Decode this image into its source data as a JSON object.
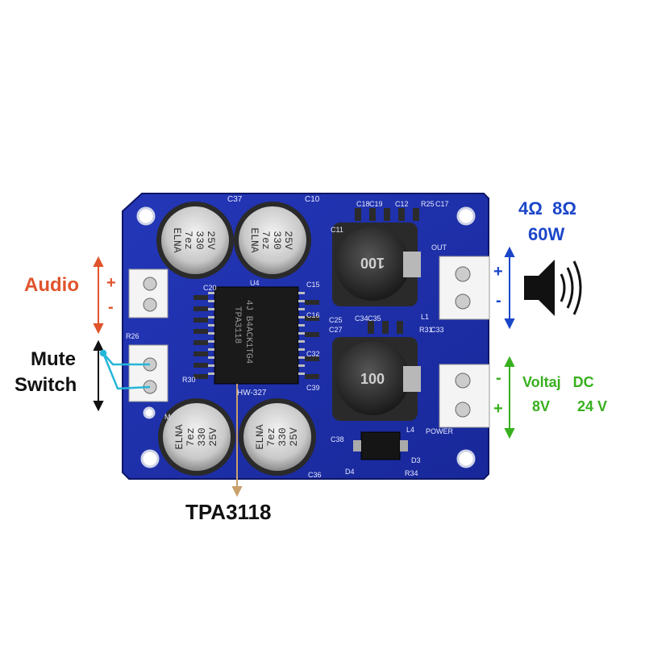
{
  "labels": {
    "audio": "Audio",
    "audio_plus": "+",
    "audio_minus": "-",
    "mute_line1": "Mute",
    "mute_line2": "Switch",
    "chip_name": "TPA3118",
    "impedance": "4Ω  8Ω",
    "power": "60W",
    "out_plus": "+",
    "out_minus": "-",
    "voltage_title": "Voltaj   DC",
    "voltage_min": "8V",
    "voltage_max": "24 V",
    "pwr_minus": "-",
    "pwr_plus": "+"
  },
  "board": {
    "ic_line1": "4J B4ACK1TG4",
    "ic_line2": "TPA3118",
    "model": "HW-327",
    "cap_brand": "ELNA",
    "cap_code": "7ez",
    "cap_value": "330",
    "cap_voltage": "25V",
    "inductor_top": "100",
    "inductor_bottom": "100",
    "silk": {
      "c37": "C37",
      "c10": "C10",
      "c18": "C18",
      "c19": "C19",
      "c12": "C12",
      "r25": "R25",
      "c17": "C17",
      "c11": "C11",
      "out": "OUT",
      "power": "POWER",
      "r26": "R26",
      "u4": "U4",
      "c20": "C20",
      "c15": "C15",
      "c16": "C16",
      "c25": "C25",
      "c27": "C27",
      "c34": "C34",
      "c35": "C35",
      "r31": "R31",
      "c33": "C33",
      "c32": "C32",
      "c39": "C39",
      "c38": "C38",
      "c36": "C36",
      "l4": "L4",
      "l1": "L1",
      "d3": "D3",
      "d4": "D4",
      "r34": "R34",
      "r30": "R30",
      "mc": "M"
    }
  },
  "colors": {
    "pcb": "#1d2fa8",
    "pcb_dark": "#141f7a",
    "audio_red": "#e0542c",
    "blue_text": "#1b46c9",
    "green_text": "#38b01e",
    "cyan_wire": "#26b6d8",
    "black": "#111111"
  }
}
